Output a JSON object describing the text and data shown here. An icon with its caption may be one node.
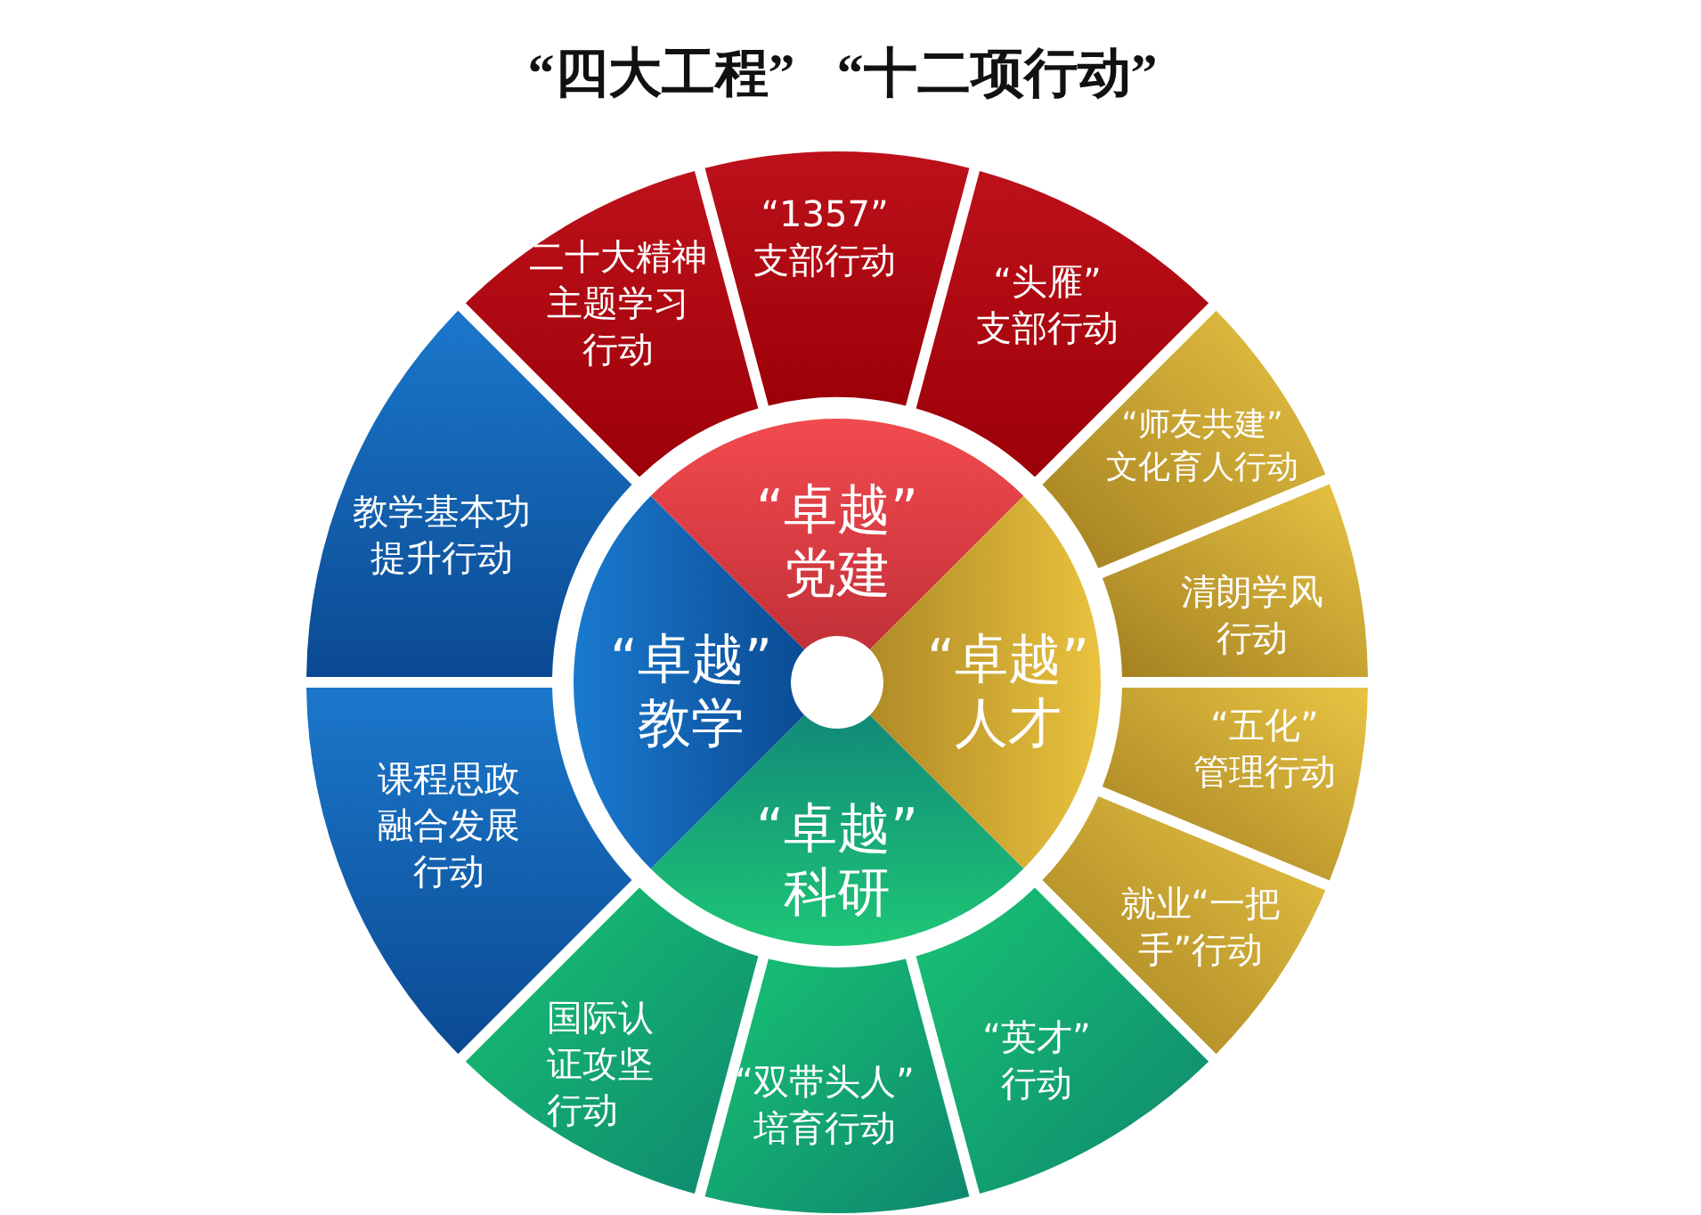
{
  "diagram": {
    "title": "“四大工程” “十二项行动”",
    "nodes": [
      {
        "text": [
          "“卓越”党建"
        ]
      },
      {
        "text": [
          "“卓越”人才"
        ]
      },
      {
        "text": [
          "“卓越”科研"
        ]
      },
      {
        "text": [
          "“卓越”教学"
        ]
      },
      {
        "text": [
          "二十大精神主题学习行动"
        ]
      },
      {
        "text": [
          "“1357”支部行动"
        ]
      },
      {
        "text": [
          "“头雁”支部行动"
        ]
      },
      {
        "text": [
          "“师友共建”文化育人行动"
        ]
      },
      {
        "text": [
          "清朗学风行动"
        ]
      },
      {
        "text": [
          "“五化”管理行动"
        ]
      },
      {
        "text": [
          "就业“一把手”行动"
        ]
      },
      {
        "text": [
          "“英才”行动"
        ]
      },
      {
        "text": [
          "“双带头人”培育行动"
        ]
      },
      {
        "text": [
          "国际认证攻坚行动"
        ]
      },
      {
        "text": [
          "课程思政融合发展行动"
        ]
      },
      {
        "text": [
          "教学基本功提升行动"
        ]
      }
    ]
  }
}
